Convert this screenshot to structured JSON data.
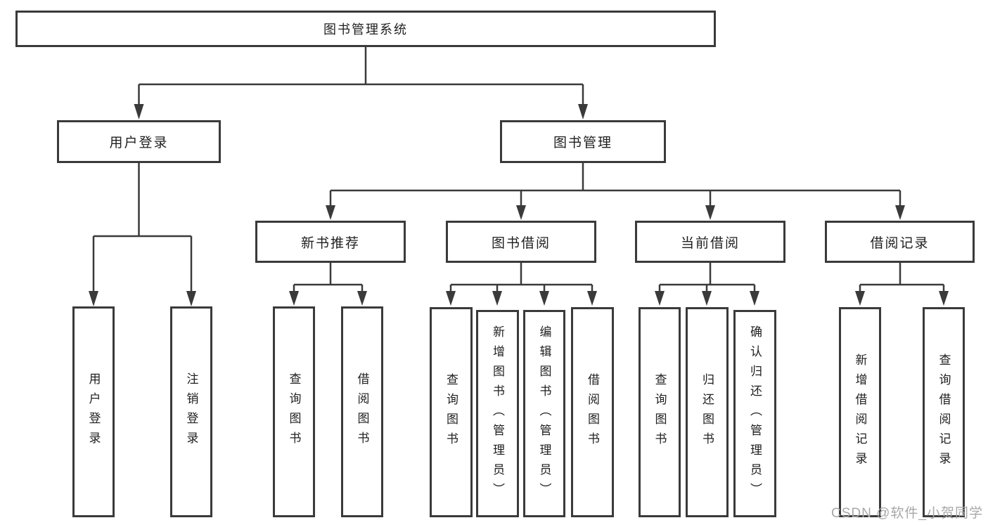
{
  "diagram_title": "图书管理系统",
  "colors": {
    "line": "#3a3a3a",
    "box_border": "#3a3a3a",
    "text": "#1f1f1f",
    "background": "#ffffff",
    "watermark": "#a8a8a8"
  },
  "watermark": "CSDN @软件_小贺同学",
  "nodes": {
    "root": {
      "label": "图书管理系统"
    },
    "user_login": {
      "label": "用户登录"
    },
    "book_mgmt": {
      "label": "图书管理"
    },
    "new_book_rec": {
      "label": "新书推荐"
    },
    "book_borrow": {
      "label": "图书借阅"
    },
    "current_borrow": {
      "label": "当前借阅"
    },
    "borrow_record": {
      "label": "借阅记录"
    },
    "leaf_user_login": {
      "label": "用户登录"
    },
    "leaf_logout": {
      "label": "注销登录"
    },
    "leaf_query_book_a": {
      "label": "查询图书"
    },
    "leaf_borrow_book_a": {
      "label": "借阅图书"
    },
    "leaf_query_book_b": {
      "label": "查询图书"
    },
    "leaf_add_book": {
      "label": "新增图书（管理员）"
    },
    "leaf_edit_book": {
      "label": "编辑图书（管理员）"
    },
    "leaf_borrow_book_b": {
      "label": "借阅图书"
    },
    "leaf_query_book_c": {
      "label": "查询图书"
    },
    "leaf_return_book": {
      "label": "归还图书"
    },
    "leaf_confirm_return": {
      "label": "确认归还（管理员）"
    },
    "leaf_add_record": {
      "label": "新增借阅记录"
    },
    "leaf_query_record": {
      "label": "查询借阅记录"
    }
  },
  "hierarchy": {
    "图书管理系统": {
      "用户登录": [
        "用户登录",
        "注销登录"
      ],
      "图书管理": {
        "新书推荐": [
          "查询图书",
          "借阅图书"
        ],
        "图书借阅": [
          "查询图书",
          "新增图书（管理员）",
          "编辑图书（管理员）",
          "借阅图书"
        ],
        "当前借阅": [
          "查询图书",
          "归还图书",
          "确认归还（管理员）"
        ],
        "借阅记录": [
          "新增借阅记录",
          "查询借阅记录"
        ]
      }
    }
  }
}
